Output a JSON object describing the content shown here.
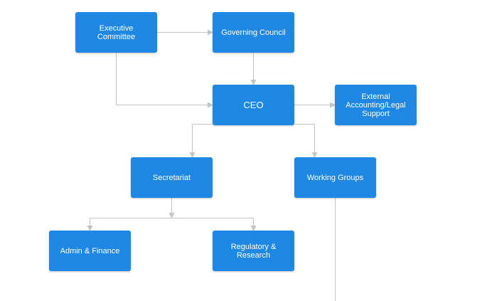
{
  "colors": {
    "node_fill": "#1f88e5",
    "node_text": "#ffffff",
    "connector": "#c4c4c4"
  },
  "nodes": {
    "executive_committee": "Executive Committee",
    "governing_council": "Governing Council",
    "ceo": "CEO",
    "external_support": "External Accounting/Legal Support",
    "secretariat": "Secretariat",
    "working_groups": "Working Groups",
    "admin_finance": "Admin & Finance",
    "regulatory_research": "Regulatory & Research"
  },
  "edges": [
    {
      "from": "Executive Committee",
      "to": "Governing Council"
    },
    {
      "from": "Executive Committee",
      "to": "CEO"
    },
    {
      "from": "Governing Council",
      "to": "CEO"
    },
    {
      "from": "CEO",
      "to": "External Accounting/Legal Support"
    },
    {
      "from": "CEO",
      "to": "Secretariat"
    },
    {
      "from": "CEO",
      "to": "Working Groups"
    },
    {
      "from": "Secretariat",
      "to": "Admin & Finance"
    },
    {
      "from": "Secretariat",
      "to": "Regulatory & Research"
    }
  ]
}
